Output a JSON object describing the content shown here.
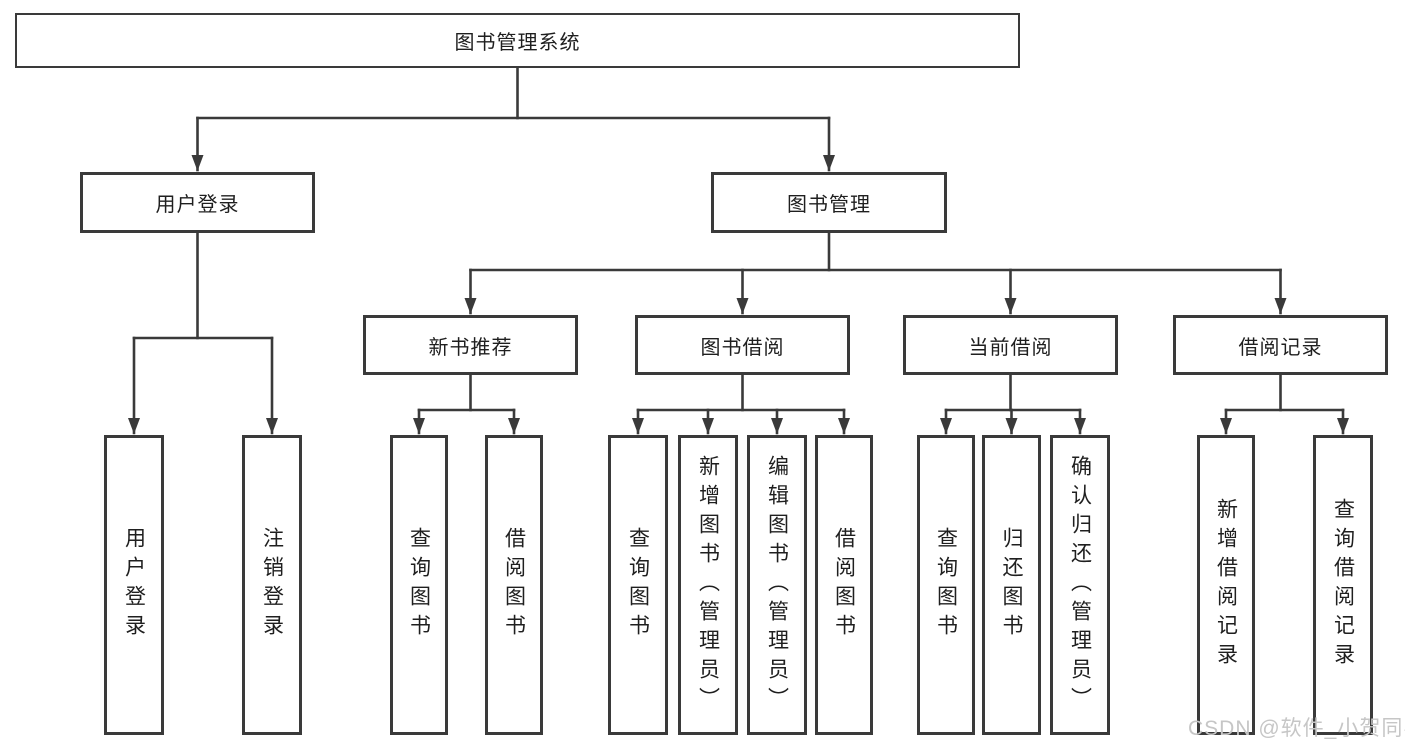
{
  "diagram_title": "图书管理系统",
  "tree": {
    "label": "图书管理系统",
    "children": [
      {
        "label": "用户登录",
        "children": [
          {
            "label": "用户登录"
          },
          {
            "label": "注销登录"
          }
        ]
      },
      {
        "label": "图书管理",
        "children": [
          {
            "label": "新书推荐",
            "children": [
              {
                "label": "查询图书"
              },
              {
                "label": "借阅图书"
              }
            ]
          },
          {
            "label": "图书借阅",
            "children": [
              {
                "label": "查询图书"
              },
              {
                "label": "新增图书（管理员）"
              },
              {
                "label": "编辑图书（管理员）"
              },
              {
                "label": "借阅图书"
              }
            ]
          },
          {
            "label": "当前借阅",
            "children": [
              {
                "label": "查询图书"
              },
              {
                "label": "归还图书"
              },
              {
                "label": "确认归还（管理员）"
              }
            ]
          },
          {
            "label": "借阅记录",
            "children": [
              {
                "label": "新增借阅记录"
              },
              {
                "label": "查询借阅记录"
              }
            ]
          }
        ]
      }
    ]
  },
  "watermark": "CSDN @软件_小贺同学",
  "colors": {
    "line": "#3a3a3a",
    "box_border": "#3a3a3a",
    "text": "#1f1f1f",
    "background": "#ffffff",
    "watermark": "#c6c6c6"
  }
}
